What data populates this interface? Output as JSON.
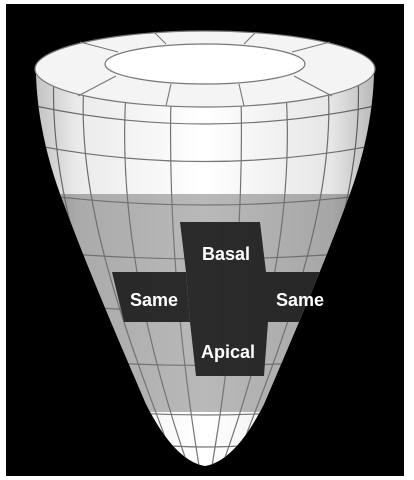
{
  "diagram": {
    "labels": {
      "basal": "Basal",
      "same_left": "Same",
      "same_right": "Same",
      "apical": "Apical"
    },
    "colors": {
      "background": "#000000",
      "shell_light": "#ffffff",
      "shell_band": "#b9b9b9",
      "highlight_segment": "#2b2b2b",
      "grid_lines": "#777777",
      "label_text": "#ffffff"
    }
  }
}
